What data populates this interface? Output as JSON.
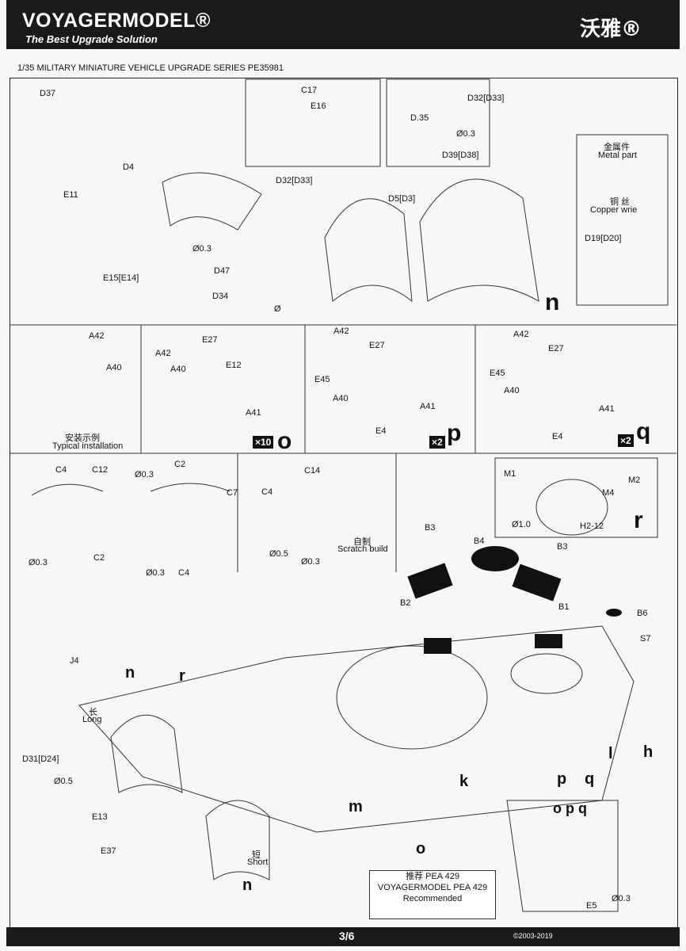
{
  "header": {
    "brand": "VOYAGERMODEL®",
    "tagline": "The Best Upgrade Solution",
    "brand_cn": "沃雅®"
  },
  "series_title": "1/35 MILITARY MINIATURE VEHICLE  UPGRADE SERIES PE35981",
  "step_n": {
    "letter": "n",
    "labels": [
      "D37",
      "E11",
      "D4",
      "C17",
      "E16",
      "D32[D33]",
      "E15[E14]",
      "Ø0.3",
      "D47",
      "D34",
      "Ø",
      "D32[D33]",
      "D.35",
      "Ø0.3",
      "D39[D38]",
      "D5[D3]",
      "D19[D20]"
    ],
    "metal_part_cn": "金属件",
    "metal_part": "Metal part",
    "copper_cn": "铜 丝",
    "copper": "Copper wrie"
  },
  "step_typical": {
    "labels": [
      "A42",
      "A40"
    ],
    "install_cn": "安装示例",
    "install": "Typical installation"
  },
  "step_o": {
    "letter": "o",
    "mult": "×10",
    "labels": [
      "E27",
      "A42",
      "A40",
      "E12",
      "A41"
    ]
  },
  "step_p": {
    "letter": "p",
    "mult": "×2",
    "labels": [
      "A42",
      "E27",
      "E45",
      "A40",
      "E4",
      "A41"
    ]
  },
  "step_q": {
    "letter": "q",
    "mult": "×2",
    "labels": [
      "A42",
      "E27",
      "E45",
      "A40",
      "E4",
      "A41"
    ]
  },
  "step_chains": {
    "labels": [
      "C4",
      "C12",
      "Ø0.3",
      "C2",
      "C2",
      "Ø0.3",
      "C7",
      "Ø0.3",
      "C4",
      "C4",
      "C14",
      "Ø0.5",
      "Ø0.3"
    ],
    "scratch_cn": "自制",
    "scratch": "Scratch build"
  },
  "step_r": {
    "letter": "r",
    "labels": [
      "M1",
      "M2",
      "M4",
      "Ø1.0",
      "H2-12"
    ]
  },
  "main_labels": {
    "b3a": "B3",
    "b4": "B4",
    "b3b": "B3",
    "b2": "B2",
    "b1": "B1",
    "b6": "B6",
    "s7": "S7",
    "j4": "J4",
    "n1": "n",
    "r1": "r",
    "long_cn": "长",
    "long": "Long",
    "d31": "D31[D24]",
    "d05": "Ø0.5",
    "e13": "E13",
    "e37": "E37",
    "short_cn": "短",
    "short": "Short",
    "n2": "n",
    "m": "m",
    "k": "k",
    "o": "o",
    "p": "p",
    "q": "q",
    "l": "l",
    "h": "h",
    "opq": "o p q",
    "e5": "E5",
    "d03": "Ø0.3"
  },
  "recommended": {
    "line1": "推荐 PEA 429",
    "line2": "VOYAGERMODEL PEA 429",
    "line3": "Recommended"
  },
  "footer": {
    "page": "3/6",
    "copyright": "©2003-2019"
  }
}
